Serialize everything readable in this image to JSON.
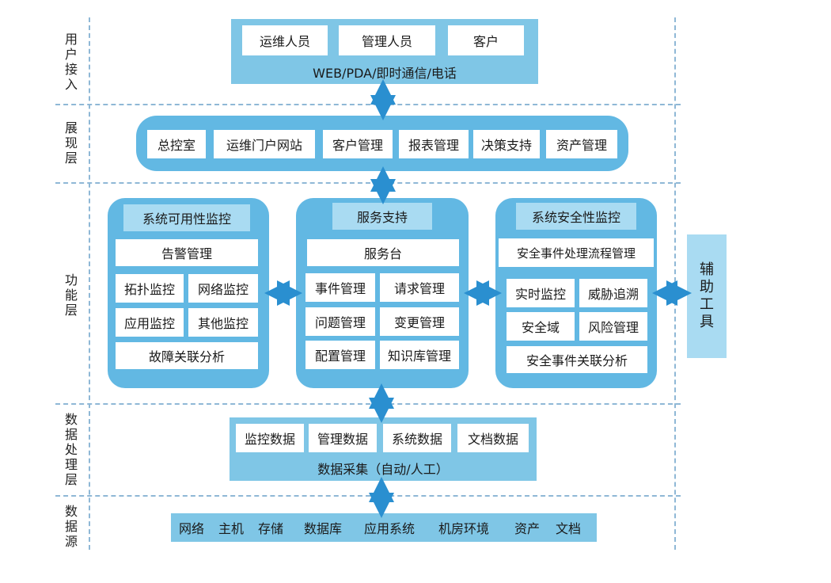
{
  "layers": {
    "user_access": "用户接入",
    "presentation": "展现层",
    "function": "功能层",
    "data_processing": "数据处理层",
    "data_source": "数据源"
  },
  "user_access": {
    "roles": [
      "运维人员",
      "管理人员",
      "客户"
    ],
    "channel": "WEB/PDA/即时通信/电话"
  },
  "presentation": {
    "items": [
      "总控室",
      "运维门户网站",
      "客户管理",
      "报表管理",
      "决策支持",
      "资产管理"
    ]
  },
  "availability": {
    "title": "系统可用性监控",
    "alarm": "告警管理",
    "grid": [
      "拓扑监控",
      "网络监控",
      "应用监控",
      "其他监控"
    ],
    "bottom": "故障关联分析"
  },
  "service": {
    "title": "服务支持",
    "desk": "服务台",
    "grid": [
      "事件管理",
      "请求管理",
      "问题管理",
      "变更管理",
      "配置管理",
      "知识库管理"
    ]
  },
  "security": {
    "title": "系统安全性监控",
    "flow": "安全事件处理流程管理",
    "grid": [
      "实时监控",
      "威胁追溯",
      "安全域",
      "风险管理"
    ],
    "bottom": "安全事件关联分析"
  },
  "aux_tool": "辅助工具",
  "data_processing": {
    "items": [
      "监控数据",
      "管理数据",
      "系统数据",
      "文档数据"
    ],
    "collect": "数据采集（自动/人工）"
  },
  "data_source": {
    "items": [
      "网络",
      "主机",
      "存储",
      "数据库",
      "应用系统",
      "机房环境",
      "资产",
      "文档"
    ]
  },
  "colors": {
    "band": "#7fc6e6",
    "panel": "#62b8e3",
    "header": "#a9dbf2",
    "arrow": "#2a8fd0",
    "dash": "#8fb8d6"
  }
}
